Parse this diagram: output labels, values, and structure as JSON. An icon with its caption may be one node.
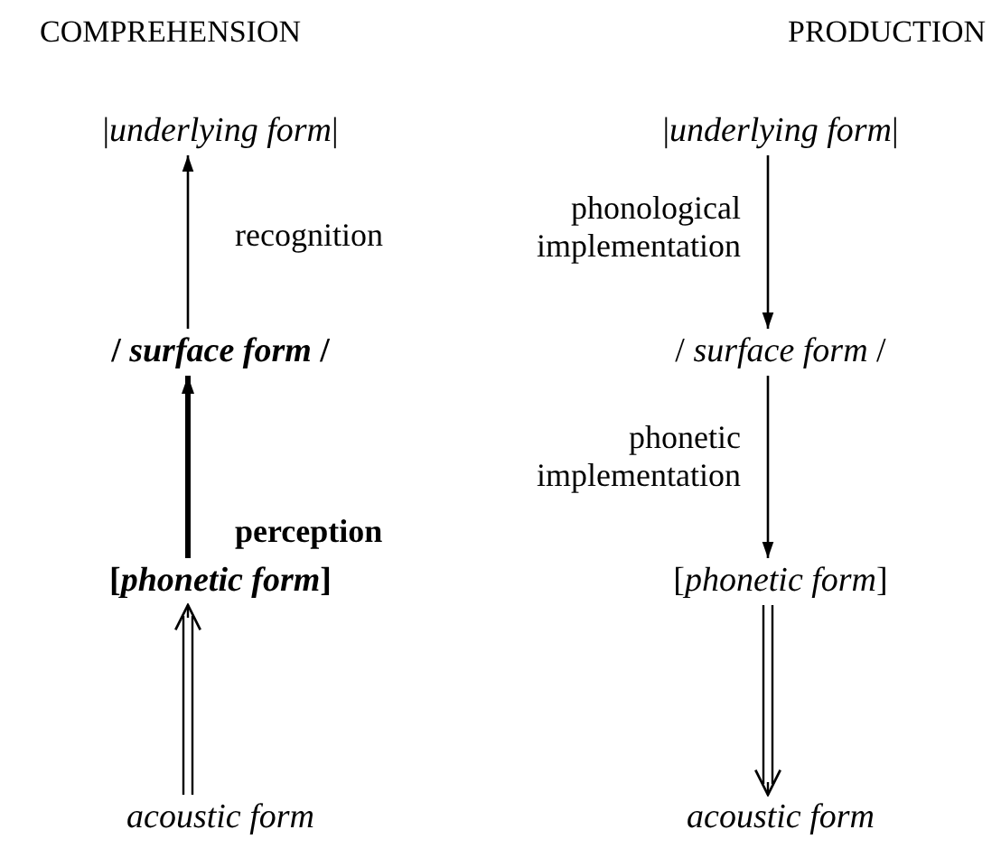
{
  "diagram": {
    "nodes": [
      {
        "text": [
          "|*underlying form*|"
        ]
      },
      {
        "text": [
          "/ *surface form* /"
        ]
      },
      {
        "text": [
          "[*phonetic form*]"
        ]
      },
      {
        "text": [
          "acoustic form"
        ]
      },
      {
        "text": [
          "|*underlying form*|"
        ]
      },
      {
        "text": [
          "/ *surface form* /"
        ]
      },
      {
        "text": [
          "[*phonetic form*]"
        ]
      },
      {
        "text": [
          "acoustic form"
        ]
      }
    ],
    "edges": [
      {
        "from": 1,
        "to": 0,
        "arrow": "to",
        "label": "recognition"
      },
      {
        "from": 2,
        "to": 1,
        "arrow": "to",
        "label": "perception",
        "style": "thick"
      },
      {
        "from": 3,
        "to": 2,
        "arrow": "to"
      },
      {
        "from": 4,
        "to": 5,
        "arrow": "to",
        "label": "phonological implementation"
      },
      {
        "from": 5,
        "to": 6,
        "arrow": "to",
        "label": "phonetic implementation"
      },
      {
        "from": 6,
        "to": 7,
        "arrow": "to"
      }
    ],
    "labels": [
      "COMPREHENSION",
      "PRODUCTION"
    ]
  }
}
